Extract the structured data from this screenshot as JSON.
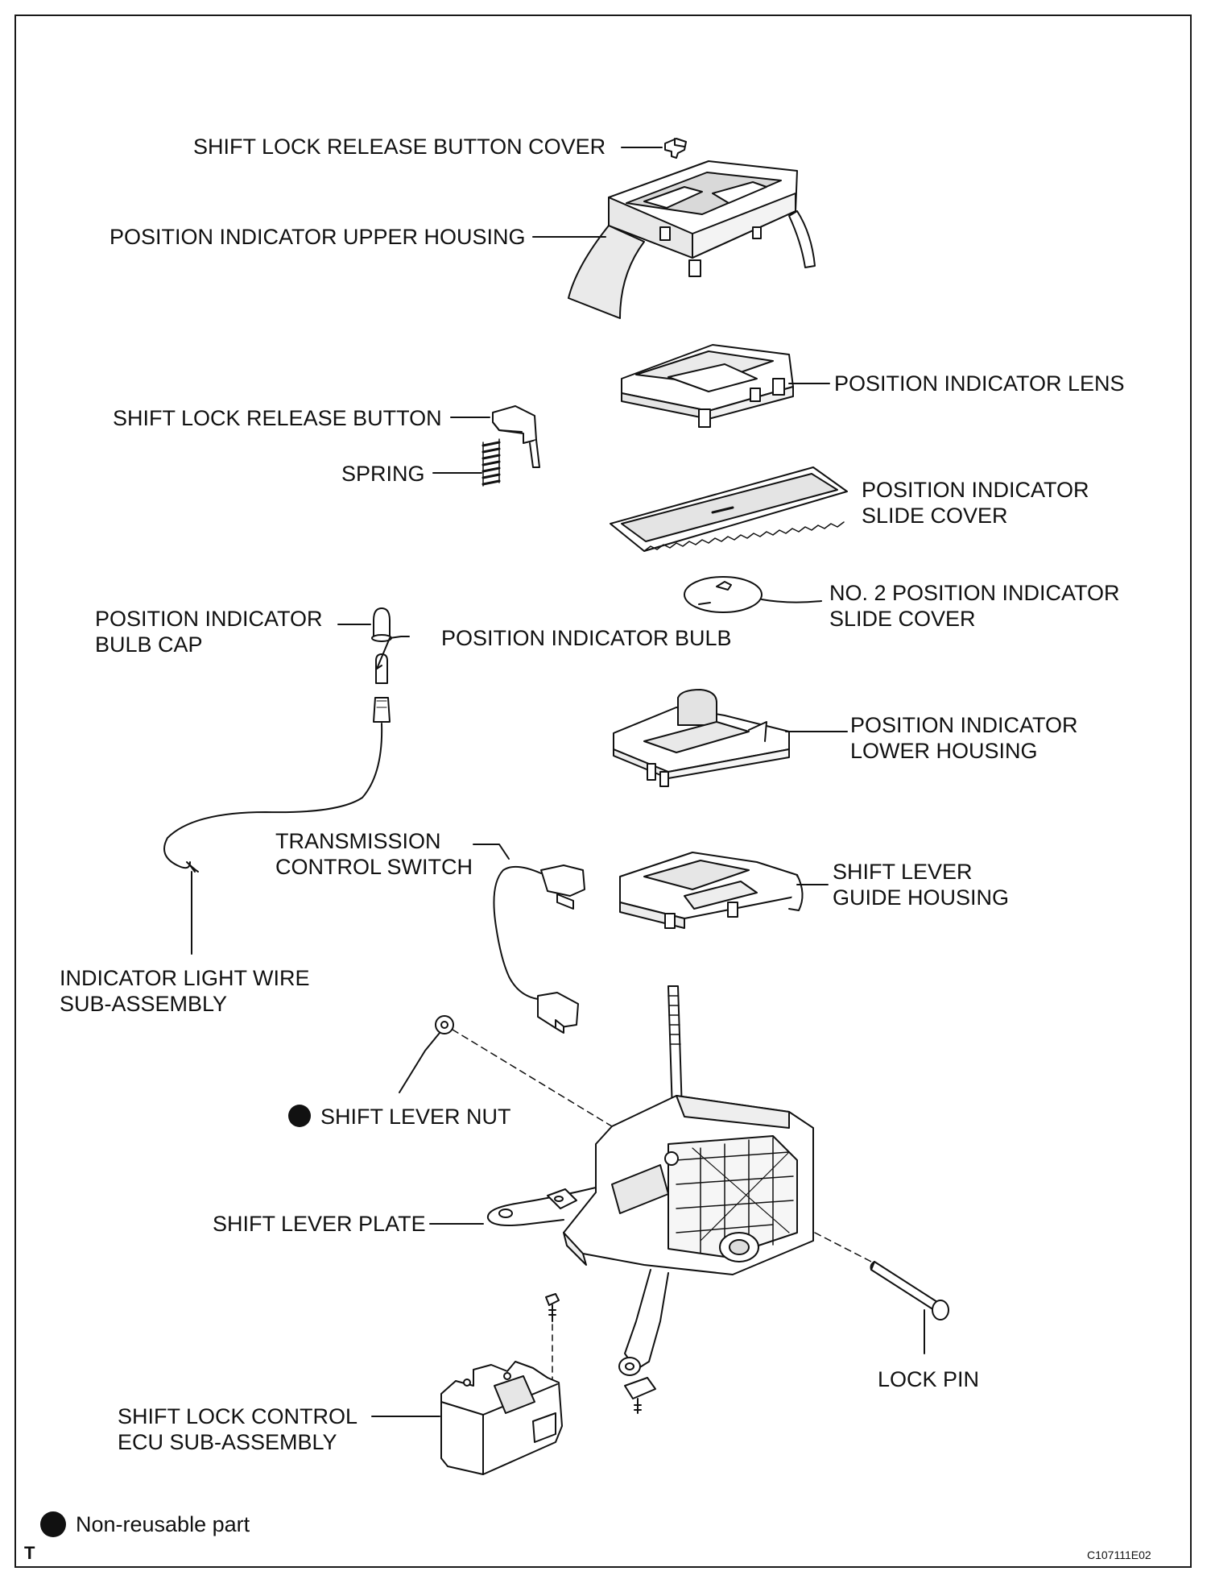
{
  "labels": {
    "shift_lock_release_button_cover": "SHIFT LOCK RELEASE BUTTON COVER",
    "position_indicator_upper_housing": "POSITION INDICATOR UPPER HOUSING",
    "position_indicator_lens": "POSITION INDICATOR LENS",
    "shift_lock_release_button": "SHIFT LOCK RELEASE BUTTON",
    "spring": "SPRING",
    "position_indicator_slide_cover_1": "POSITION INDICATOR",
    "position_indicator_slide_cover_2": "SLIDE COVER",
    "no2_slide_cover_1": "NO. 2 POSITION INDICATOR",
    "no2_slide_cover_2": "SLIDE COVER",
    "bulb_cap_1": "POSITION INDICATOR",
    "bulb_cap_2": "BULB CAP",
    "bulb": "POSITION INDICATOR BULB",
    "lower_housing_1": "POSITION INDICATOR",
    "lower_housing_2": "LOWER HOUSING",
    "transmission_control_switch_1": "TRANSMISSION",
    "transmission_control_switch_2": "CONTROL SWITCH",
    "guide_housing_1": "SHIFT LEVER",
    "guide_housing_2": "GUIDE HOUSING",
    "indicator_light_wire_1": "INDICATOR LIGHT WIRE",
    "indicator_light_wire_2": "SUB-ASSEMBLY",
    "shift_lever_nut": "SHIFT LEVER NUT",
    "shift_lever_plate": "SHIFT LEVER PLATE",
    "lock_pin": "LOCK PIN",
    "ecu_1": "SHIFT LOCK CONTROL",
    "ecu_2": "ECU SUB-ASSEMBLY"
  },
  "legend": {
    "text": "Non-reusable part",
    "symbol": "filled-circle"
  },
  "footer": {
    "section_letter": "T",
    "figure_code": "C107111E02"
  },
  "colors": {
    "ink": "#111111",
    "paper": "#ffffff",
    "shade": "#d9d9d9"
  }
}
